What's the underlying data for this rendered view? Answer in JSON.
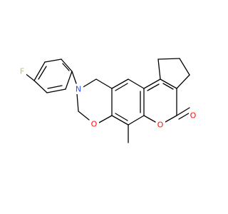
{
  "molecule": {
    "atoms": {
      "fluorine": "F",
      "nitrogen": "N",
      "oxygen_ether": "O",
      "oxygen_lactone_ring": "O",
      "oxygen_carbonyl": "O"
    },
    "colors": {
      "bond": "#000000",
      "fluorine": "#90e050",
      "nitrogen": "#3050f8",
      "oxygen": "#ff0d0d",
      "background": "#ffffff"
    }
  }
}
